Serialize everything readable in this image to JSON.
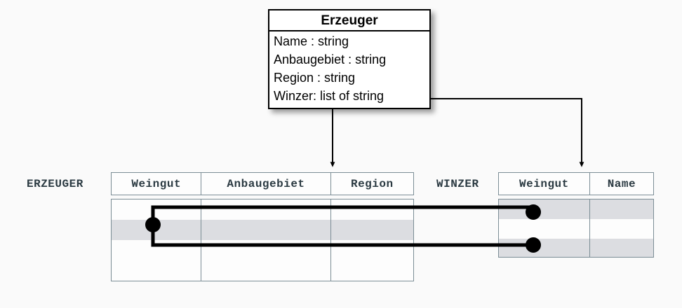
{
  "diagram": {
    "title": "Erzeuger",
    "background_color": "#fafafa",
    "accent_color": "#2b3a42",
    "highlight_color": "#dcdde1",
    "grid_color": "#7b8d95"
  },
  "uml_class": {
    "name": "Erzeuger",
    "attributes": [
      "Name : string",
      "Anbaugebiet : string",
      "Region : string",
      "Winzer: list of string"
    ]
  },
  "tables": [
    {
      "name": "ERZEUGER",
      "columns": [
        "Weingut",
        "Anbaugebiet",
        "Region"
      ],
      "row_count": 4,
      "highlighted_rows": [
        2
      ],
      "cells": [
        [
          "",
          "",
          ""
        ],
        [
          "",
          "",
          ""
        ],
        [
          "",
          "",
          ""
        ],
        [
          "",
          "",
          ""
        ]
      ]
    },
    {
      "name": "WINZER",
      "columns": [
        "Weingut",
        "Name"
      ],
      "row_count": 3,
      "highlighted_rows": [
        1,
        3
      ],
      "cells": [
        [
          "",
          ""
        ],
        [
          "",
          ""
        ],
        [
          "",
          ""
        ]
      ]
    }
  ],
  "connectors": [
    {
      "from": "uml-class-bottom",
      "to": "erzeuger-header",
      "style": "arrow"
    },
    {
      "from": "uml-attr-winzer",
      "to": "winzer-header",
      "style": "arrow"
    },
    {
      "from": "erzeuger-row-2-weingut",
      "to": "winzer-row-1-weingut",
      "style": "dot-link"
    },
    {
      "from": "erzeuger-row-2-weingut",
      "to": "winzer-row-3-weingut",
      "style": "dot-link"
    }
  ]
}
